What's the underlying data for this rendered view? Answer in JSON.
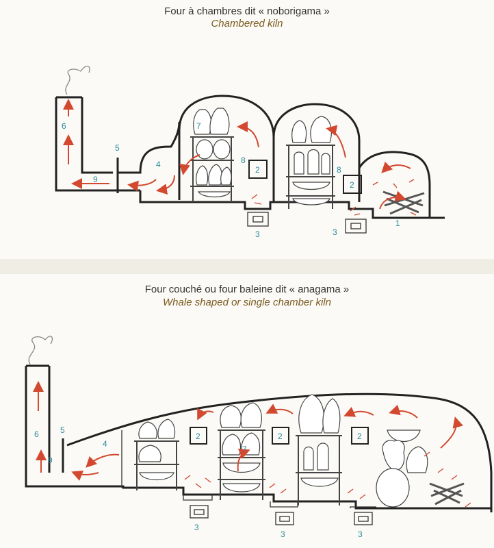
{
  "section1": {
    "title_fr": "Four à chambres dit « noborigama »",
    "title_en": "Chambered kiln",
    "labels": {
      "n1": "1",
      "n2a": "2",
      "n2b": "2",
      "n3a": "3",
      "n3b": "3",
      "n4": "4",
      "n5": "5",
      "n6": "6",
      "n7": "7",
      "n8a": "8",
      "n8b": "8",
      "n9": "9"
    }
  },
  "section2": {
    "title_fr": "Four couché ou four baleine dit « anagama »",
    "title_en": "Whale shaped or single chamber kiln",
    "labels": {
      "n2a": "2",
      "n2b": "2",
      "n2c": "2",
      "n3a": "3",
      "n3b": "3",
      "n3c": "3",
      "n4": "4",
      "n5": "5",
      "n6": "6",
      "n7": "7",
      "n9": "9"
    }
  },
  "colors": {
    "flame_arrow": "#d2492f",
    "number_label": "#2a8a9a",
    "subtitle": "#7a5a1e"
  }
}
